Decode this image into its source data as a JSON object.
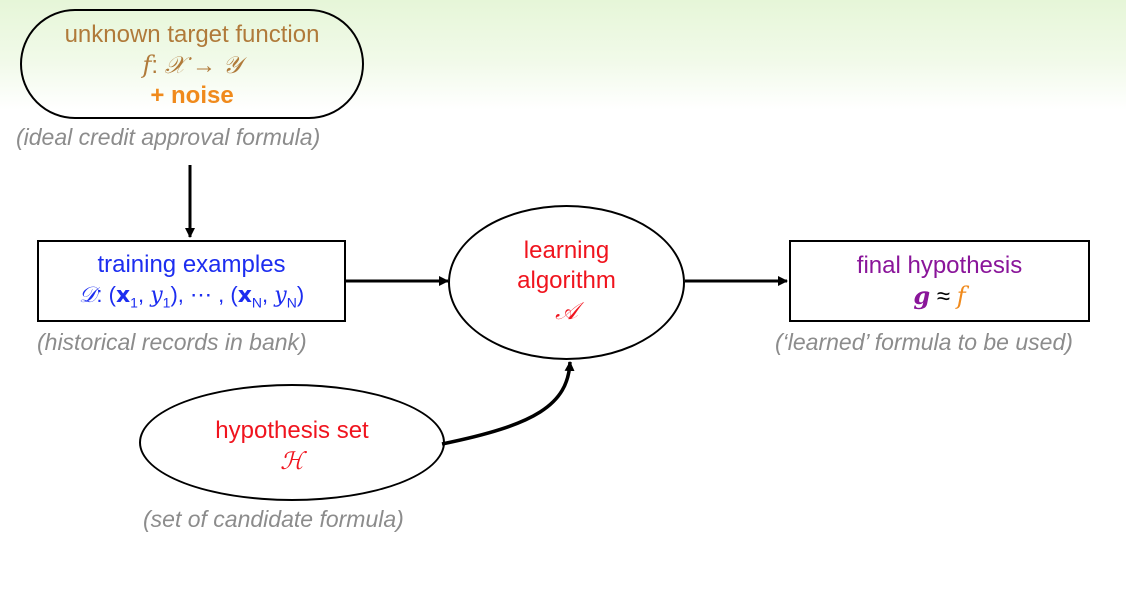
{
  "colors": {
    "brown": "#b07a3a",
    "orange": "#f08a1c",
    "blue": "#1c2df0",
    "red": "#f0141e",
    "purple": "#8a159a",
    "caption_gray": "#8c8c8c"
  },
  "target": {
    "title": "unknown target function",
    "f": "f",
    "colon": ":",
    "X": "𝒳",
    "arrow": "→",
    "Y": "𝒴",
    "noise": "+ noise",
    "caption": "(ideal credit approval formula)"
  },
  "training": {
    "title": "training examples",
    "D": "𝒟",
    "colon": ":",
    "open1": "(",
    "x1": "x",
    "x1_sub": "1",
    "comma1": ",",
    "y1": "y",
    "y1_sub": "1",
    "close1": ")",
    "dots": ", ⋯ ,",
    "open2": "(",
    "xN": "x",
    "xN_sub": "N",
    "comma2": ",",
    "yN": "y",
    "yN_sub": "N",
    "close2": ")",
    "caption": "(historical records in bank)"
  },
  "algorithm": {
    "line1": "learning",
    "line2": "algorithm",
    "symbol": "𝒜"
  },
  "hypothesis_set": {
    "title": "hypothesis set",
    "symbol": "ℋ",
    "caption": "(set of candidate formula)"
  },
  "final": {
    "title": "final hypothesis",
    "g": "g",
    "approx": "≈",
    "f": "f",
    "caption": "(‘learned’ formula to be used)"
  }
}
